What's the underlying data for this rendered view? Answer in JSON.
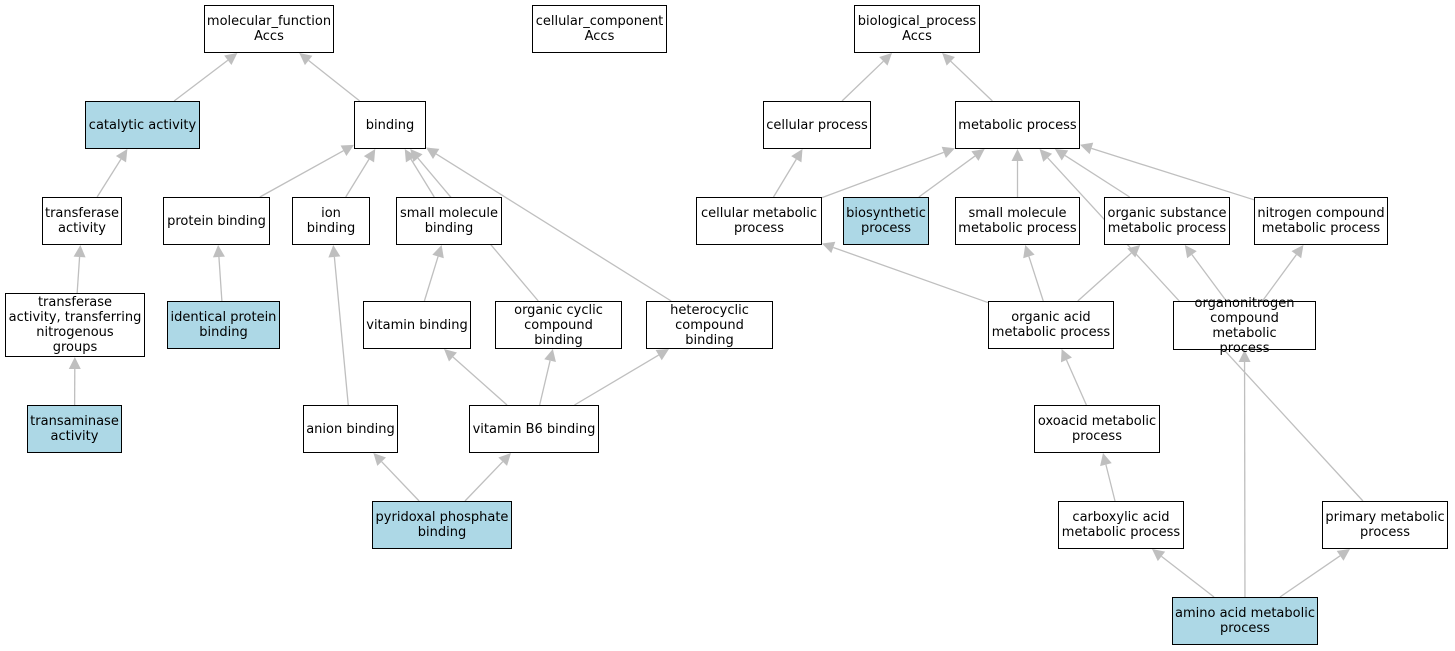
{
  "colors": {
    "highlight": "#add8e6",
    "node": "#ffffff",
    "edge": "#bfbfbf",
    "border": "#000000"
  },
  "nodes": {
    "mf_root": {
      "label": "molecular_function\nAccs",
      "highlight": false
    },
    "cc_root": {
      "label": "cellular_component\nAccs",
      "highlight": false
    },
    "bp_root": {
      "label": "biological_process\nAccs",
      "highlight": false
    },
    "catalytic": {
      "label": "catalytic activity",
      "highlight": true
    },
    "binding": {
      "label": "binding",
      "highlight": false
    },
    "cellular_process": {
      "label": "cellular process",
      "highlight": false
    },
    "metabolic_process": {
      "label": "metabolic process",
      "highlight": false
    },
    "transferase": {
      "label": "transferase\nactivity",
      "highlight": false
    },
    "protein_binding": {
      "label": "protein binding",
      "highlight": false
    },
    "ion_binding": {
      "label": "ion binding",
      "highlight": false
    },
    "small_molecule_binding": {
      "label": "small molecule\nbinding",
      "highlight": false
    },
    "cellular_metabolic": {
      "label": "cellular metabolic\nprocess",
      "highlight": false
    },
    "biosynthetic": {
      "label": "biosynthetic\nprocess",
      "highlight": true
    },
    "small_molecule_metabolic": {
      "label": "small molecule\nmetabolic process",
      "highlight": false
    },
    "organic_substance": {
      "label": "organic substance\nmetabolic process",
      "highlight": false
    },
    "nitrogen_compound": {
      "label": "nitrogen compound\nmetabolic process",
      "highlight": false
    },
    "transferase_n": {
      "label": "transferase\nactivity, transferring\nnitrogenous\ngroups",
      "highlight": false
    },
    "identical_protein": {
      "label": "identical protein\nbinding",
      "highlight": true
    },
    "vitamin_binding": {
      "label": "vitamin binding",
      "highlight": false
    },
    "organic_cyclic": {
      "label": "organic cyclic\ncompound binding",
      "highlight": false
    },
    "heterocyclic": {
      "label": "heterocyclic\ncompound binding",
      "highlight": false
    },
    "organic_acid": {
      "label": "organic acid\nmetabolic process",
      "highlight": false
    },
    "organonitrogen": {
      "label": "organonitrogen\ncompound metabolic\nprocess",
      "highlight": false
    },
    "transaminase": {
      "label": "transaminase\nactivity",
      "highlight": true
    },
    "anion_binding": {
      "label": "anion binding",
      "highlight": false
    },
    "vitamin_b6": {
      "label": "vitamin B6 binding",
      "highlight": false
    },
    "oxoacid": {
      "label": "oxoacid metabolic\nprocess",
      "highlight": false
    },
    "pyridoxal": {
      "label": "pyridoxal phosphate\nbinding",
      "highlight": true
    },
    "carboxylic": {
      "label": "carboxylic acid\nmetabolic process",
      "highlight": false
    },
    "primary_metabolic": {
      "label": "primary metabolic\nprocess",
      "highlight": false
    },
    "amino_acid": {
      "label": "amino acid metabolic\nprocess",
      "highlight": true
    }
  },
  "edges": [
    [
      "catalytic",
      "mf_root"
    ],
    [
      "binding",
      "mf_root"
    ],
    [
      "transferase",
      "catalytic"
    ],
    [
      "transferase_n",
      "transferase"
    ],
    [
      "transaminase",
      "transferase_n"
    ],
    [
      "protein_binding",
      "binding"
    ],
    [
      "ion_binding",
      "binding"
    ],
    [
      "small_molecule_binding",
      "binding"
    ],
    [
      "organic_cyclic",
      "binding"
    ],
    [
      "heterocyclic",
      "binding"
    ],
    [
      "identical_protein",
      "protein_binding"
    ],
    [
      "anion_binding",
      "ion_binding"
    ],
    [
      "vitamin_binding",
      "small_molecule_binding"
    ],
    [
      "vitamin_b6",
      "vitamin_binding"
    ],
    [
      "vitamin_b6",
      "organic_cyclic"
    ],
    [
      "vitamin_b6",
      "heterocyclic"
    ],
    [
      "pyridoxal",
      "anion_binding"
    ],
    [
      "pyridoxal",
      "vitamin_b6"
    ],
    [
      "cellular_process",
      "bp_root"
    ],
    [
      "metabolic_process",
      "bp_root"
    ],
    [
      "cellular_metabolic",
      "cellular_process"
    ],
    [
      "cellular_metabolic",
      "metabolic_process"
    ],
    [
      "biosynthetic",
      "metabolic_process"
    ],
    [
      "small_molecule_metabolic",
      "metabolic_process"
    ],
    [
      "organic_substance",
      "metabolic_process"
    ],
    [
      "nitrogen_compound",
      "metabolic_process"
    ],
    [
      "organic_acid",
      "cellular_metabolic"
    ],
    [
      "organic_acid",
      "small_molecule_metabolic"
    ],
    [
      "organic_acid",
      "organic_substance"
    ],
    [
      "organonitrogen",
      "organic_substance"
    ],
    [
      "organonitrogen",
      "nitrogen_compound"
    ],
    [
      "oxoacid",
      "organic_acid"
    ],
    [
      "carboxylic",
      "oxoacid"
    ],
    [
      "amino_acid",
      "carboxylic"
    ],
    [
      "amino_acid",
      "organonitrogen"
    ],
    [
      "amino_acid",
      "primary_metabolic"
    ],
    [
      "primary_metabolic",
      "metabolic_process"
    ]
  ]
}
